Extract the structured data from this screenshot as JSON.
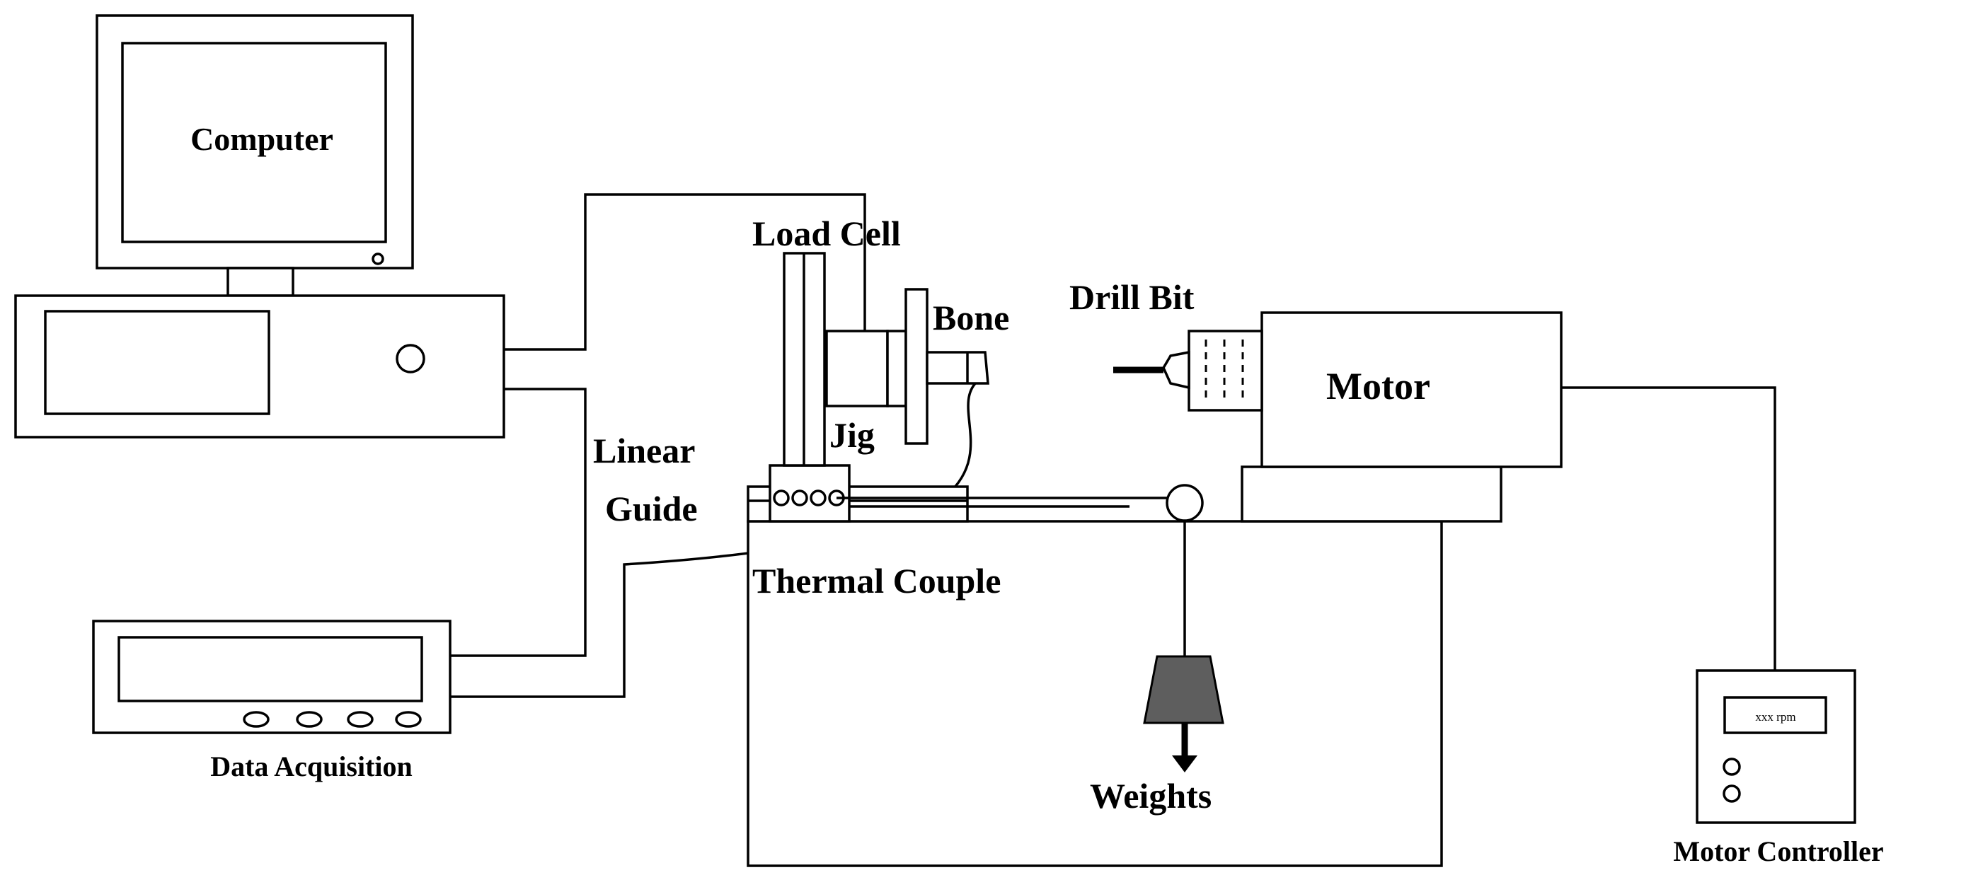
{
  "labels": {
    "computer": "Computer",
    "load_cell": "Load Cell",
    "drill_bit": "Drill Bit",
    "bone": "Bone",
    "motor": "Motor",
    "jig": "Jig",
    "linear_guide_line1": "Linear",
    "linear_guide_line2": "Guide",
    "thermal_couple": "Thermal Couple",
    "weights": "Weights",
    "data_acquisition": "Data Acquisition",
    "motor_controller": "Motor Controller",
    "controller_display": "xxx rpm"
  }
}
